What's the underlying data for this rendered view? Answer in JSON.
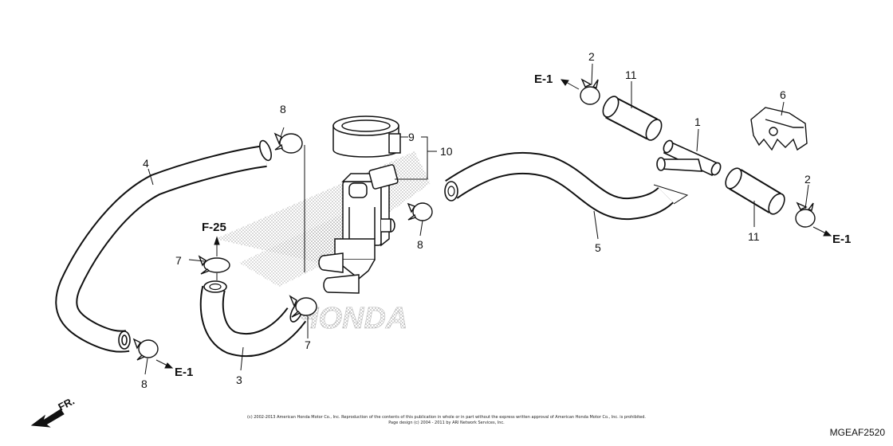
{
  "diagram": {
    "callouts": {
      "p1": "1",
      "p2_top": "2",
      "p2_right": "2",
      "p3": "3",
      "p4": "4",
      "p5": "5",
      "p6": "6",
      "p7_left": "7",
      "p7_bottom": "7",
      "p8_top": "8",
      "p8_mid": "8",
      "p8_bottom": "8",
      "p9": "9",
      "p10": "10",
      "p11_top": "11",
      "p11_bottom": "11"
    },
    "refs": {
      "e1_top": "E-1",
      "e1_right": "E-1",
      "e1_bottom": "E-1",
      "f25": "F-25"
    },
    "front_indicator": "FR.",
    "watermark": "HONDA",
    "copyright_line1": "(c) 2002-2013 American Honda Motor Co., Inc. Reproduction of the contents of this publication in whole or in part without the express written approval of American Honda Motor Co., Inc. is prohibited.",
    "copyright_line2": "Page design (c) 2004 - 2011 by ARI Network Services, Inc.",
    "drawing_code": "MGEAF2520"
  },
  "colors": {
    "line": "#111111",
    "watermark_dots": "#9a9a9a",
    "background": "#ffffff"
  }
}
